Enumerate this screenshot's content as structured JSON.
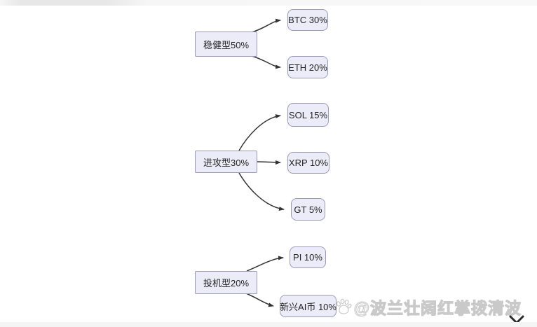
{
  "diagram": {
    "type": "flowchart",
    "direction": "left-to-right",
    "node_fill": "#ececf9",
    "node_border": "#9a9ab8",
    "edge_color": "#333333",
    "groups": [
      {
        "parent": {
          "label": "稳健型50%"
        },
        "children": [
          {
            "label": "BTC 30%"
          },
          {
            "label": "ETH 20%"
          }
        ]
      },
      {
        "parent": {
          "label": "进攻型30%"
        },
        "children": [
          {
            "label": "SOL 15%"
          },
          {
            "label": "XRP 10%"
          },
          {
            "label": "GT 5%"
          }
        ]
      },
      {
        "parent": {
          "label": "投机型20%"
        },
        "children": [
          {
            "label": "PI 10%"
          },
          {
            "label": "新兴AI币 10%"
          }
        ]
      }
    ]
  },
  "watermark": {
    "icon": "paw-icon",
    "text": "@波兰壮阔红掌拨清波"
  },
  "controls": {
    "collapse_icon": "chevron-down-icon"
  }
}
